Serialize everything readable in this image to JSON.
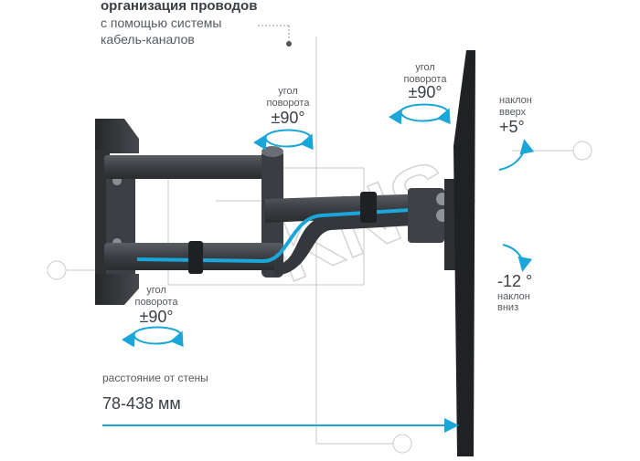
{
  "cable_management": {
    "title": "организация проводов",
    "line2": "с помощью системы",
    "line3": "кабель-каналов"
  },
  "swivel_top_left": {
    "label1": "угол",
    "label2": "поворота",
    "value": "±90°"
  },
  "swivel_top_right": {
    "label1": "угол",
    "label2": "поворота",
    "value": "±90°"
  },
  "swivel_bottom": {
    "label1": "угол",
    "label2": "поворота",
    "value": "±90°"
  },
  "tilt_up": {
    "label1": "наклон",
    "label2": "вверх",
    "value": "+5°"
  },
  "tilt_down": {
    "value": "-12 °",
    "label1": "наклон",
    "label2": "вниз"
  },
  "distance": {
    "label": "расстояние от стены",
    "value": "78-438 мм"
  },
  "watermark": "KNS",
  "colors": {
    "accent_blue": "#1aa6d8",
    "metal_dark": "#2f3236",
    "metal_mid": "#4a4e53",
    "text": "#555a5f",
    "outline_gray": "#c9c9c9"
  }
}
